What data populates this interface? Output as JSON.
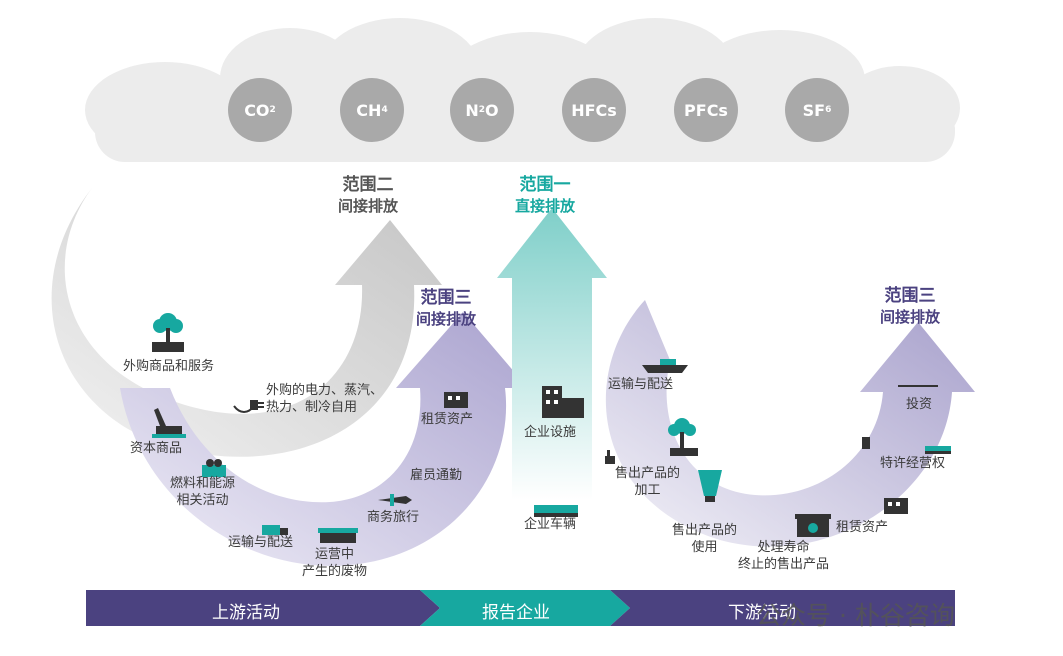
{
  "gases": [
    {
      "base": "CO",
      "sub": "2"
    },
    {
      "base": "CH",
      "sub": "4"
    },
    {
      "base": "N",
      "sub": "2",
      "tail": "O"
    },
    {
      "base": "HFCs",
      "sub": ""
    },
    {
      "base": "PFCs",
      "sub": ""
    },
    {
      "base": "SF",
      "sub": "6"
    }
  ],
  "scopes": {
    "scope2": {
      "title": "范围二",
      "subtitle": "间接排放",
      "color": "#555555"
    },
    "scope1": {
      "title": "范围一",
      "subtitle": "直接排放",
      "color": "#17a8a0"
    },
    "scope3_up": {
      "title": "范围三",
      "subtitle": "间接排放",
      "color": "#4b4280"
    },
    "scope3_down": {
      "title": "范围三",
      "subtitle": "间接排放",
      "color": "#4b4280"
    }
  },
  "upstream": {
    "purchased_goods": "外购商品和服务",
    "capital_goods": "资本商品",
    "fuel_energy": "燃料和能源\n相关活动",
    "transport": "运输与配送",
    "waste": "运营中\n产生的废物",
    "business_travel": "商务旅行",
    "commuting": "雇员通勤",
    "leased_assets": "租赁资产",
    "purchased_energy": "外购的电力、蒸汽、\n热力、制冷自用"
  },
  "company": {
    "facilities": "企业设施",
    "vehicles": "企业车辆"
  },
  "downstream": {
    "transport": "运输与配送",
    "processing": "售出产品的\n加工",
    "use": "售出产品的\n使用",
    "end_of_life": "处理寿命\n终止的售出产品",
    "leased_assets": "租赁资产",
    "franchises": "特许经营权",
    "investments": "投资"
  },
  "bar": {
    "upstream": "上游活动",
    "reporting": "报告企业",
    "downstream": "下游活动"
  },
  "colors": {
    "purple": "#4b4280",
    "teal": "#17a8a0",
    "gray_gas": "#a9a9a9",
    "cloud": "#ebebeb"
  },
  "watermark": "公众号 · 朴谷咨询"
}
